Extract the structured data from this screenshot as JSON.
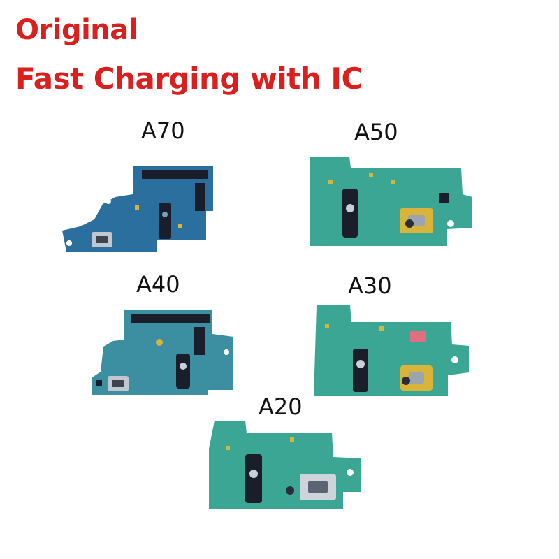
{
  "heading": {
    "line1": "Original",
    "line2": "Fast Charging with IC"
  },
  "models": [
    {
      "label": "A70",
      "board": "charging-board-a70"
    },
    {
      "label": "A50",
      "board": "charging-board-a50"
    },
    {
      "label": "A40",
      "board": "charging-board-a40"
    },
    {
      "label": "A30",
      "board": "charging-board-a30"
    },
    {
      "label": "A20",
      "board": "charging-board-a20"
    }
  ],
  "colors": {
    "heading": "#d9201f",
    "pcb_blue": "#2b6f9e",
    "pcb_green": "#3aa693",
    "pcb_teal": "#3b8fa0",
    "connector": "#1a1d2a",
    "gold": "#d8b43a"
  }
}
